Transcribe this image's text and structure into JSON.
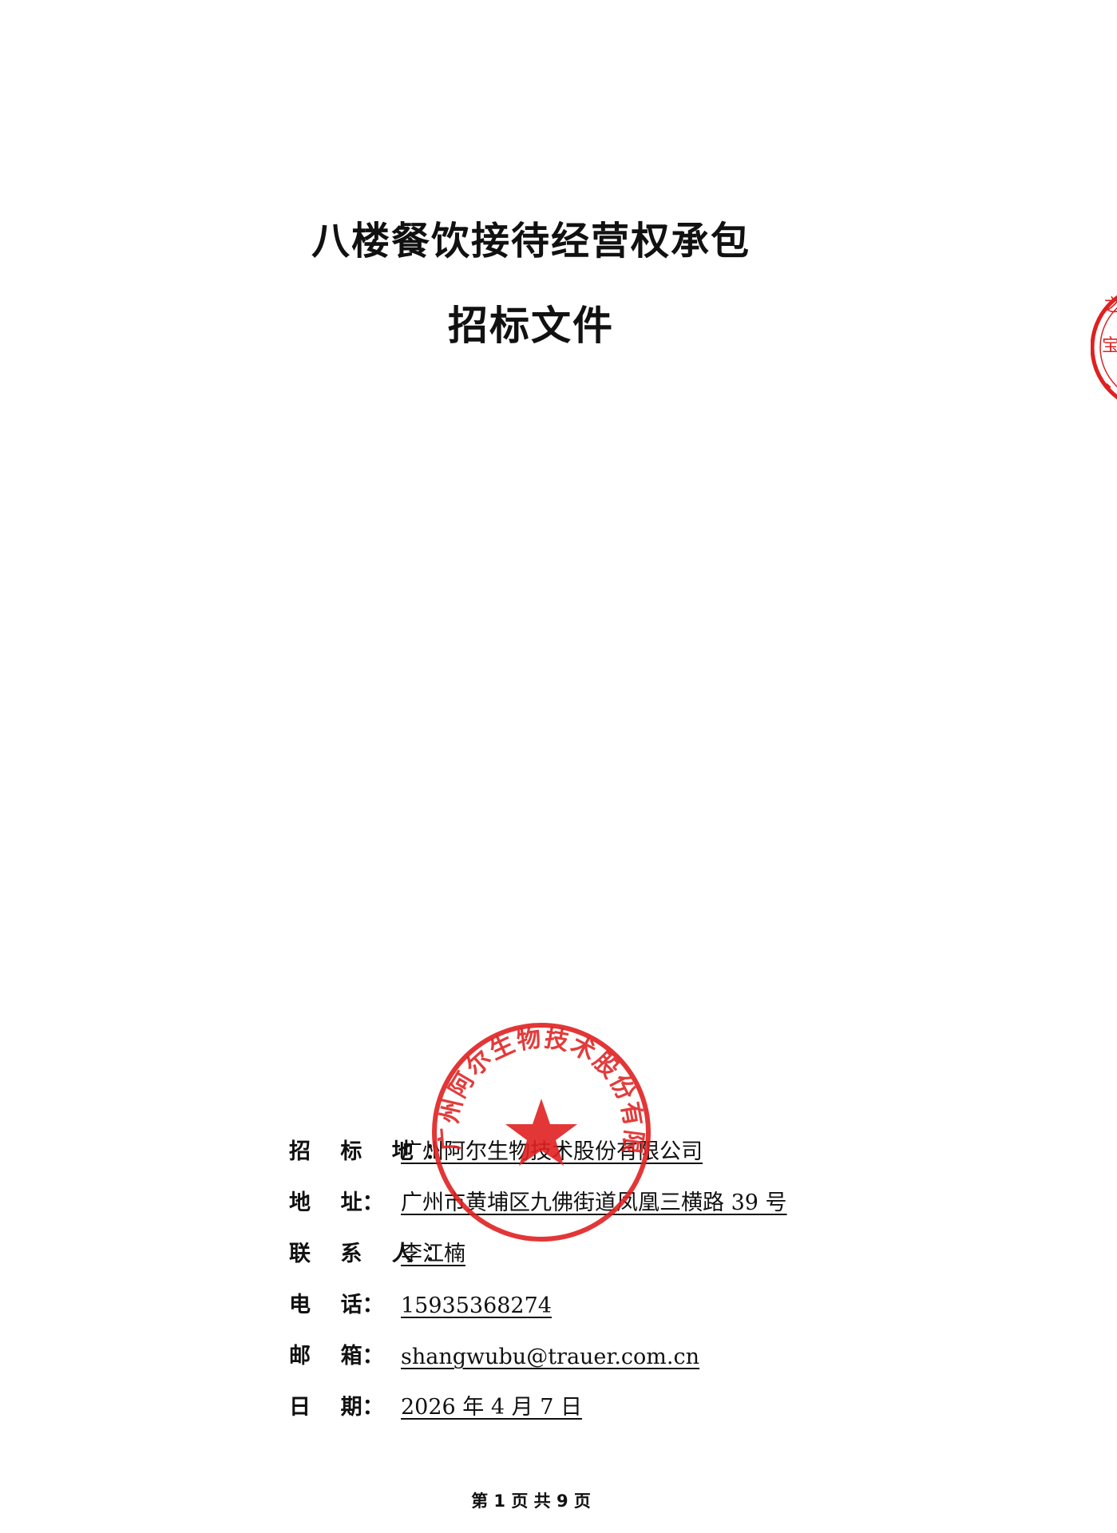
{
  "document": {
    "title_line1": "八楼餐饮接待经营权承包",
    "title_line2": "招标文件"
  },
  "info": {
    "rows": [
      {
        "label": "招 标 地：",
        "value": "广州阿尔生物技术股份有限公司"
      },
      {
        "label": "地    址：",
        "value": "广州市黄埔区九佛街道凤凰三横路 39 号"
      },
      {
        "label": "联 系 人：",
        "value": "李江楠"
      },
      {
        "label": "电    话：",
        "value": "15935368274"
      },
      {
        "label": "邮    箱：",
        "value": "shangwubu@trauer.com.cn"
      },
      {
        "label": "日    期：",
        "value": "2026 年 4 月  7 日"
      }
    ]
  },
  "footer": {
    "page_indicator": "第 1 页 共 9 页"
  },
  "seal": {
    "text": "广州阿尔生物技术股份有限公司",
    "color": "#e02020"
  }
}
